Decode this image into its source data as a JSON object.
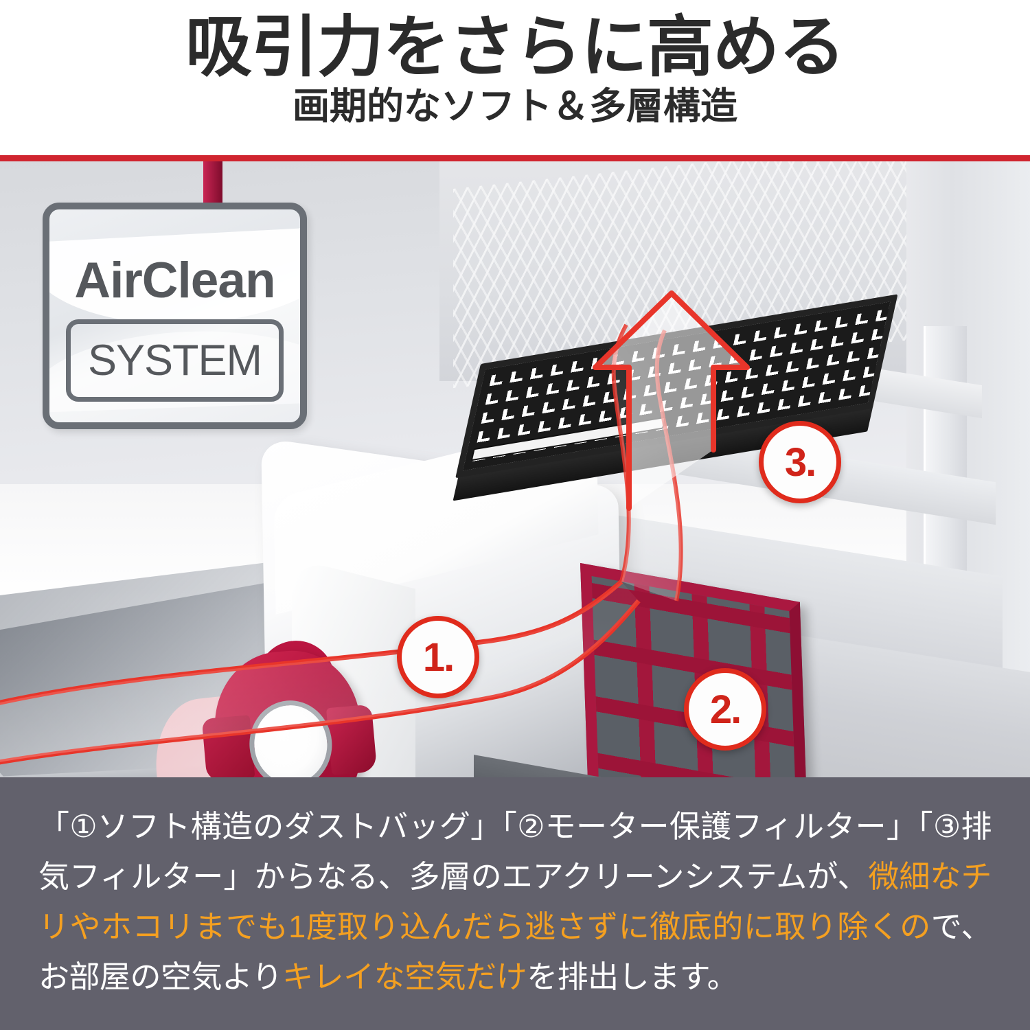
{
  "header": {
    "title": "吸引力をさらに高める",
    "subtitle": "画期的なソフト＆多層構造"
  },
  "badge": {
    "name": "AirClean",
    "box_label": "SYSTEM"
  },
  "diagram": {
    "callouts": [
      {
        "id": "1",
        "label": "1.",
        "refers_to": "ソフト構造のダストバッグ"
      },
      {
        "id": "2",
        "label": "2.",
        "refers_to": "モーター保護フィルター"
      },
      {
        "id": "3",
        "label": "3.",
        "refers_to": "排気フィルター"
      }
    ],
    "airflow_arrow": "upward-airflow-arrow"
  },
  "caption": {
    "segments": [
      {
        "text": "「①ソフト構造のダストバッグ」「②モーター保護フィルター」「③排気フィルター」からなる、多層のエアクリーンシステムが、",
        "highlight": false
      },
      {
        "text": "微細なチリやホコリまでも1度取り込んだら逃さずに徹底的に取り除くの",
        "highlight": true
      },
      {
        "text": "で、お部屋の空気より",
        "highlight": false
      },
      {
        "text": "キレイな空気だけ",
        "highlight": true
      },
      {
        "text": "を排出します。",
        "highlight": false
      }
    ]
  },
  "colors": {
    "accent_red": "#d0252f",
    "callout_red": "#e02b1c",
    "caption_bg": "#62616c",
    "highlight_orange": "#f5a020",
    "motor_filter_crimson": "#a3173c",
    "exhaust_filter_black": "#1b1b1b",
    "badge_gray": "#6a6f76"
  }
}
